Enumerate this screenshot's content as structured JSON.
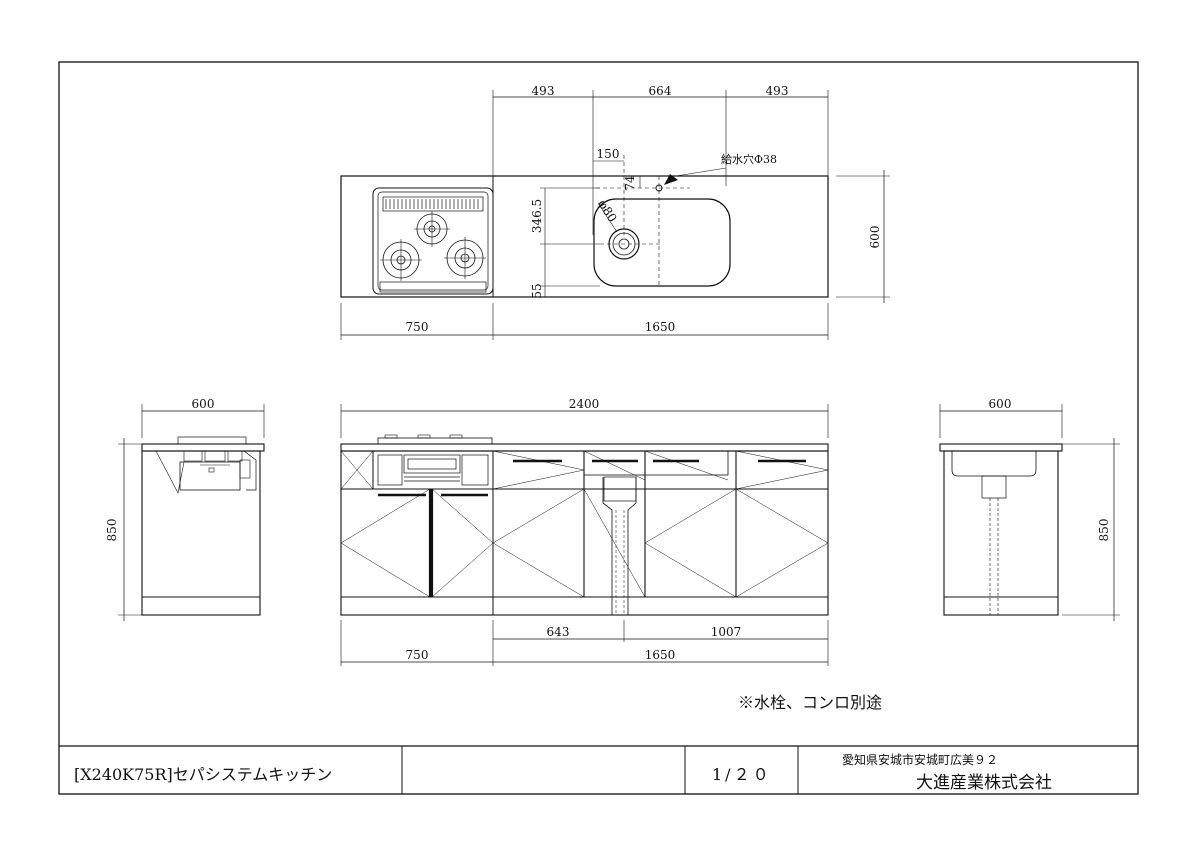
{
  "plan": {
    "dim_left_493": "493",
    "dim_mid_664": "664",
    "dim_right_493": "493",
    "dim_150": "150",
    "dim_74": "74",
    "dim_3465": "346.5",
    "dim_55": "55",
    "dim_phi80": "φ80",
    "water_hole_label": "給水穴Φ38",
    "depth_600": "600",
    "bottom_750": "750",
    "bottom_1650": "1650"
  },
  "front": {
    "total_2400": "2400",
    "dim_643": "643",
    "dim_1007": "1007",
    "bottom_750": "750",
    "bottom_1650": "1650"
  },
  "left_side": {
    "width_600": "600",
    "height_850": "850"
  },
  "right_side": {
    "width_600": "600",
    "height_850": "850"
  },
  "note": "※水栓、コンロ別途",
  "title_block": {
    "product_name": "[X240K75R]セパシステムキッチン",
    "scale": "1/２０",
    "address": "愛知県安城市安城町広美９２",
    "company": "大進産業株式会社"
  }
}
